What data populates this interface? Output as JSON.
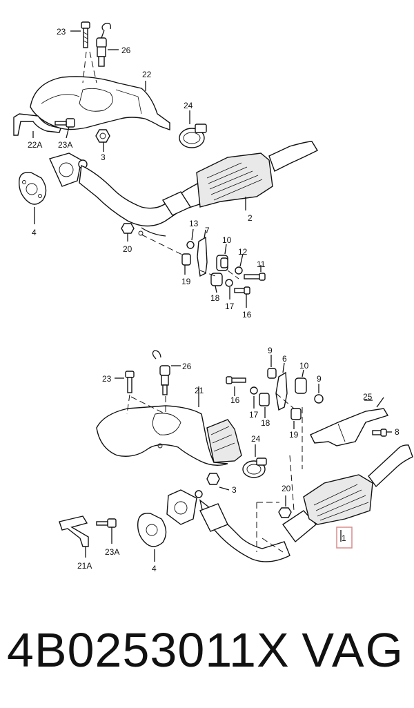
{
  "callouts_upper": [
    "23",
    "26",
    "22",
    "24",
    "22A",
    "23A",
    "3",
    "2",
    "4",
    "13",
    "7",
    "20",
    "10",
    "12",
    "11",
    "19",
    "18",
    "17",
    "16"
  ],
  "callouts_lower": [
    "9",
    "6",
    "10",
    "9",
    "23",
    "26",
    "21",
    "16",
    "25",
    "17",
    "18",
    "8",
    "19",
    "24",
    "3",
    "20",
    "4",
    "23A",
    "21A",
    "1"
  ],
  "highlighted_callout": "1",
  "highlight_color": "#d98b8b",
  "footer": {
    "part_number": "4B0253011X",
    "brand": "VAG"
  }
}
